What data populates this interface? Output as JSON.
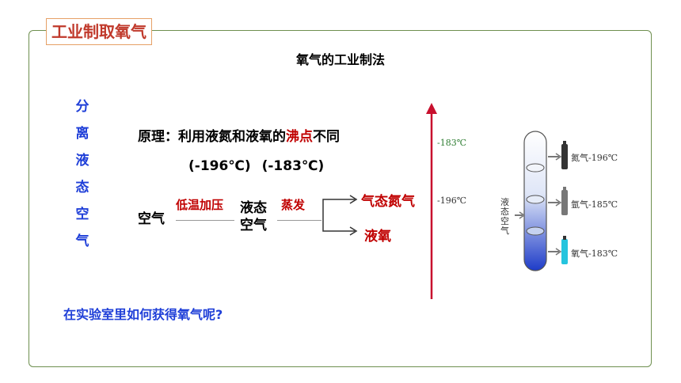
{
  "header": {
    "tab_title": "工业制取氧气",
    "heading": "氧气的工业制法"
  },
  "side_title": [
    "分",
    "离",
    "液",
    "态",
    "空",
    "气"
  ],
  "principle": {
    "prefix": "原理：利用液氮和液氧的",
    "highlight": "沸点",
    "suffix": "不同",
    "temps": "(-196℃)  (-183℃)"
  },
  "flow": {
    "input": "空气",
    "step1": "低温加压",
    "mid_line1": "液态",
    "mid_line2": "空气",
    "step2": "蒸发",
    "out_gas": "气态氮气",
    "out_liquid": "液氧"
  },
  "question": "在实验室里如何获得氧气呢?",
  "thermometer": {
    "label_upper": "-183℃",
    "label_lower": "-196℃"
  },
  "column": {
    "input_label": "液态空气",
    "outputs": [
      "氮气-196℃",
      "氩气-185℃",
      "氧气-183℃"
    ]
  },
  "colors": {
    "frame": "#6e8f4f",
    "red": "#c00000",
    "blue": "#1f3fd8",
    "arrow": "#c8102e"
  }
}
